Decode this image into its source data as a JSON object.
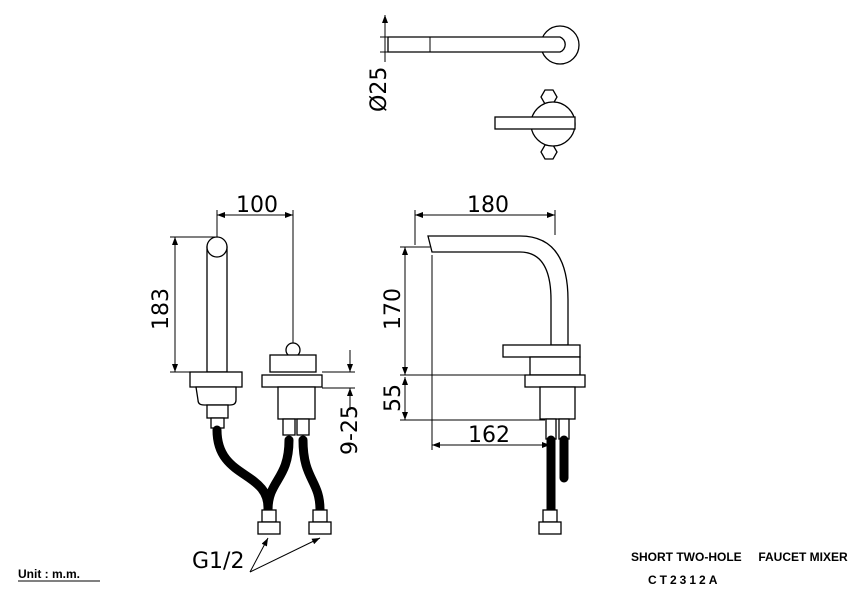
{
  "dimensions": {
    "pipe_diameter": "Ø25",
    "spout_offset": "100",
    "spout_height_front": "183",
    "deck_thickness": "9-25",
    "spout_reach": "180",
    "spout_height_side": "170",
    "body_below_deck": "55",
    "base_to_outlet": "162",
    "connection_thread": "G1/2"
  },
  "footer": {
    "unit": "Unit : m.m.",
    "title": "SHORT TWO-HOLE     FAUCET MIXER",
    "model": "CT2312A"
  }
}
